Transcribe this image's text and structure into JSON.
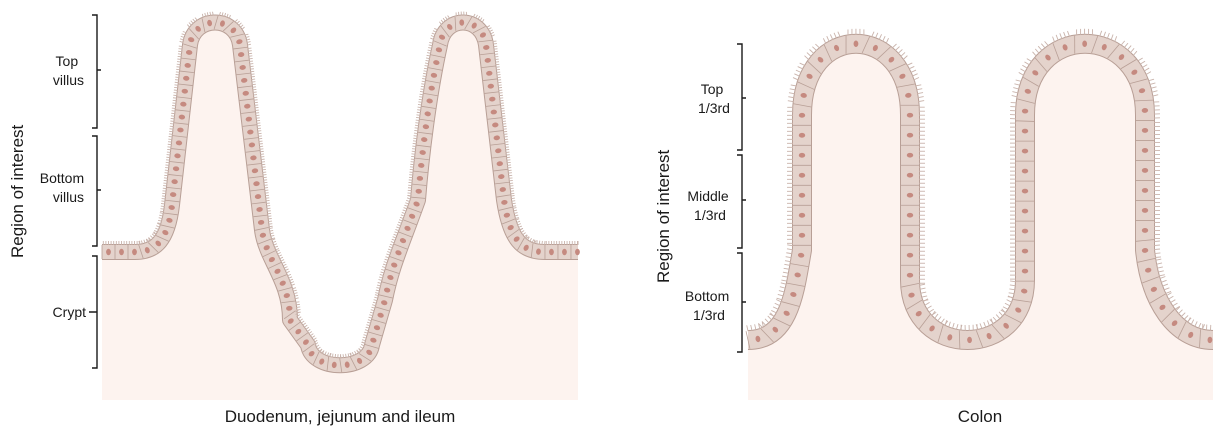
{
  "colors": {
    "tissue_fill": "#fdf3ef",
    "cell_fill": "#e4d3cc",
    "cell_border": "#b89f96",
    "nucleus": "#c58a80",
    "microvilli": "#c9b3ab",
    "text": "#1a1a1a"
  },
  "left_panel": {
    "axis_label": "Region of interest",
    "regions": [
      {
        "name": "top-villus",
        "lines": [
          "Top",
          "villus"
        ]
      },
      {
        "name": "bottom-villus",
        "lines": [
          "Bottom",
          "villus"
        ]
      },
      {
        "name": "crypt",
        "lines": [
          "Crypt"
        ]
      }
    ],
    "caption": "Duodenum, jejunum and ileum"
  },
  "right_panel": {
    "axis_label": "Region of interest",
    "regions": [
      {
        "name": "top-third",
        "lines": [
          "Top",
          "1/3rd"
        ]
      },
      {
        "name": "middle-third",
        "lines": [
          "Middle",
          "1/3rd"
        ]
      },
      {
        "name": "bottom-third",
        "lines": [
          "Bottom",
          "1/3rd"
        ]
      }
    ],
    "caption": "Colon"
  }
}
